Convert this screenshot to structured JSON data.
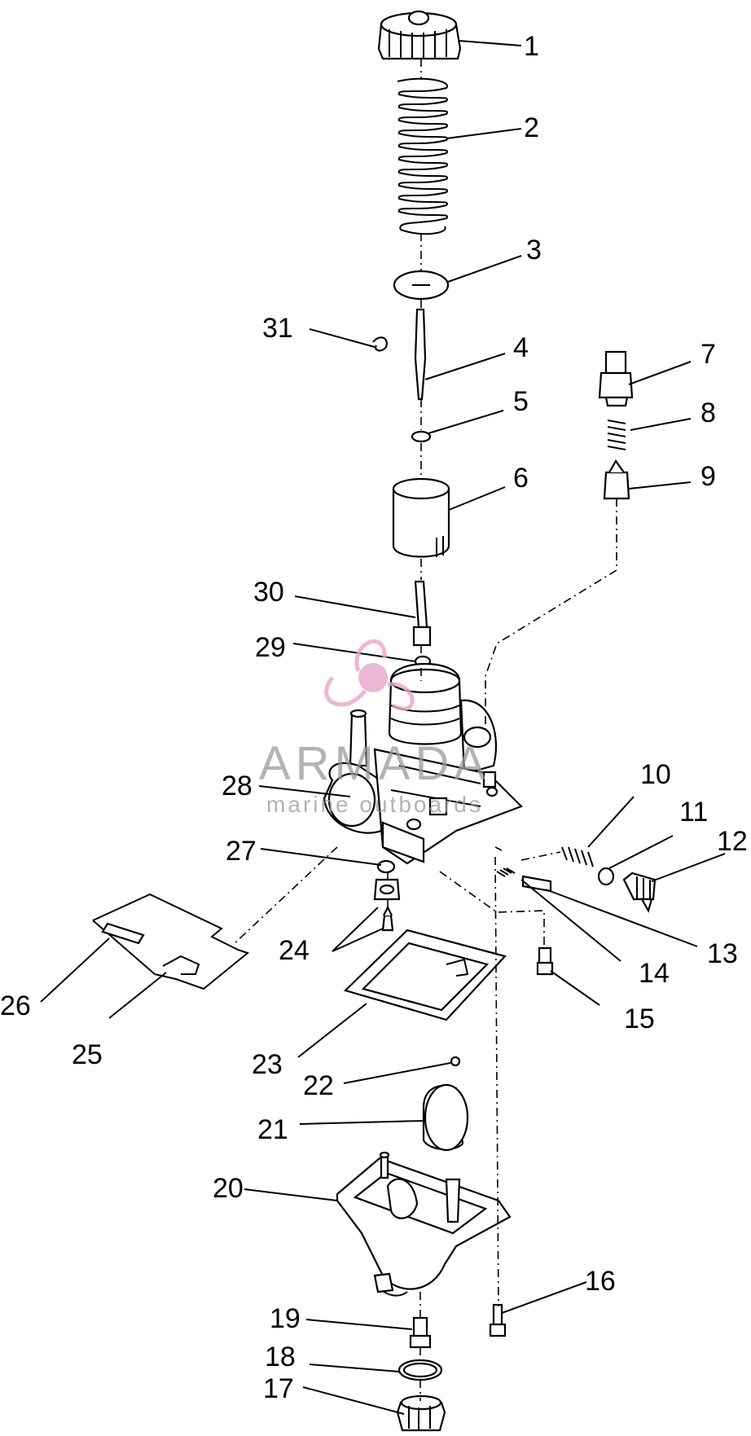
{
  "callouts": [
    "1",
    "2",
    "3",
    "4",
    "5",
    "6",
    "7",
    "8",
    "9",
    "10",
    "11",
    "12",
    "13",
    "14",
    "15",
    "16",
    "17",
    "18",
    "19",
    "20",
    "21",
    "22",
    "23",
    "24",
    "25",
    "26",
    "27",
    "28",
    "29",
    "30",
    "31"
  ],
  "watermark": {
    "title": "ARMADA",
    "subtitle": "marine outboards",
    "color": "#e8a6c8"
  }
}
